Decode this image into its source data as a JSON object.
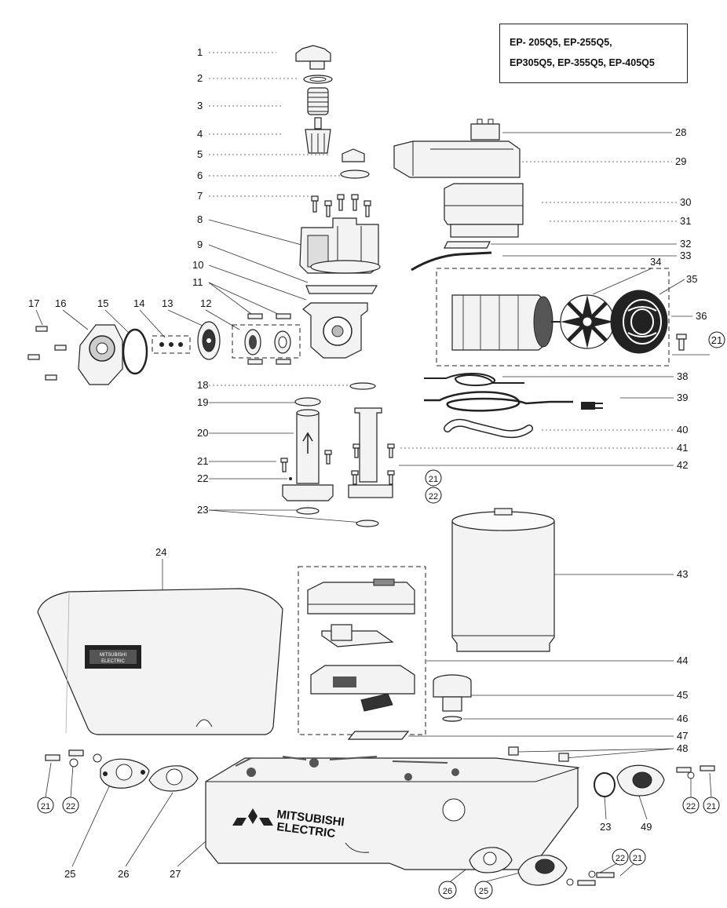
{
  "model_box": {
    "line1": "EP- 205Q5, EP-255Q5,",
    "line2": "EP305Q5, EP-355Q5, EP-405Q5"
  },
  "brand_text": {
    "line1": "MITSUBISHI",
    "line2": "ELECTRIC"
  },
  "part_numbers": [
    "1",
    "2",
    "3",
    "4",
    "5",
    "6",
    "7",
    "8",
    "9",
    "10",
    "11",
    "12",
    "13",
    "14",
    "15",
    "16",
    "17",
    "18",
    "19",
    "20",
    "21",
    "22",
    "23",
    "24",
    "25",
    "26",
    "27",
    "28",
    "29",
    "30",
    "31",
    "32",
    "33",
    "34",
    "35",
    "36",
    "38",
    "39",
    "40",
    "41",
    "42",
    "43",
    "44",
    "45",
    "46",
    "47",
    "48",
    "49"
  ],
  "circled_numbers": [
    "21",
    "22",
    "25",
    "26"
  ]
}
